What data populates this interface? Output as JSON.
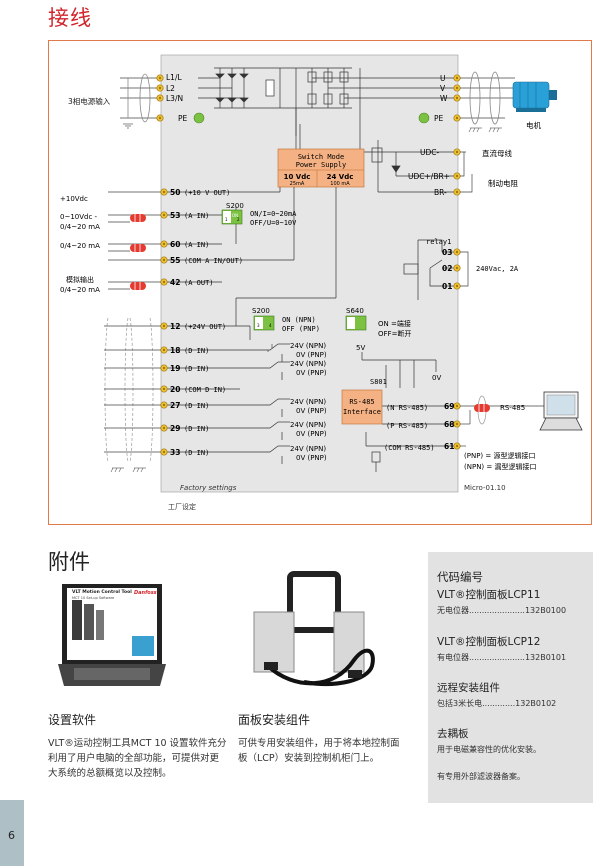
{
  "section_wiring": {
    "title": "接线"
  },
  "diagram": {
    "inputs": {
      "l1": "L1/L",
      "l2": "L2",
      "l3": "L3/N",
      "pe": "PE",
      "label": "3相电源输入"
    },
    "outputs": {
      "u": "U",
      "v": "V",
      "w": "W",
      "pe": "PE",
      "motor": "电机"
    },
    "dc": {
      "udc_minus": "UDC-",
      "udc_plus": "UDC+/BR+",
      "br_minus": "BR-",
      "dc_bus": "直流母线",
      "brake_resistor": "制动电阻"
    },
    "smps": {
      "line1": "Switch Mode",
      "line2": "Power Supply",
      "v10": "10 Vdc",
      "ma10": "25mA",
      "v24": "24 Vdc",
      "ma24": "100 mA"
    },
    "switch_s200_a": {
      "name": "S200",
      "on": "ON",
      "off": "OFF",
      "n1": "1",
      "n2": "2",
      "text_on": "ON/I=0~20mA",
      "text_off": "OFF/U=0~10V"
    },
    "switch_s200_b": {
      "name": "S200",
      "n3": "3",
      "n4": "4",
      "text_on": "ON  (NPN)",
      "text_off": "OFF  (PNP)"
    },
    "switch_s640": {
      "name": "S640",
      "text_on": "ON =端接",
      "text_off": "OFF=断开"
    },
    "terminals": {
      "t50": "50",
      "t50_label": "(+10 V OUT)",
      "t53": "53",
      "t53_label": "(A IN)",
      "t60": "60",
      "t60_label": "(A IN)",
      "t55": "55",
      "t55_label": "(COM A IN/OUT)",
      "t42": "42",
      "t42_label": "(A OUT)",
      "t12": "12",
      "t12_label": "(+24V OUT)",
      "t18": "18",
      "t18_label": "(D IN)",
      "t19": "19",
      "t19_label": "(D IN)",
      "t20": "20",
      "t20_label": "(COM D IN)",
      "t27": "27",
      "t27_label": "(D IN)",
      "t29": "29",
      "t29_label": "(D IN)",
      "t33": "33",
      "t33_label": "(D IN)"
    },
    "ext_labels": {
      "plus10": "+10Vdc",
      "ai53_a": "0~10Vdc -",
      "ai53_b": "0/4~20 mA",
      "ai60": "0/4~20 mA",
      "ao_a": "模拟输出",
      "ao_b": "0/4~20 mA"
    },
    "digital_voltage": {
      "v24": "24V (NPN)",
      "v0": "0V (PNP)"
    },
    "relay": {
      "name": "relay1",
      "t03": "03",
      "t02": "02",
      "t01": "01",
      "rating": "240Vac, 2A"
    },
    "rs485": {
      "box1": "RS-485",
      "box2": "Interface",
      "s801": "S801",
      "v5": "5V",
      "v0": "0V",
      "n": "(N RS-485)",
      "p": "(P RS-485)",
      "com": "(COM RS-485)",
      "t69": "69",
      "t68": "68",
      "t61": "61",
      "ext": "RS-485"
    },
    "legend": {
      "pnp": "(PNP) = 源型逻辑接口",
      "npn": "(NPN) = 漏型逻辑接口"
    },
    "footer": {
      "factory_settings": "Factory settings",
      "model": "Micro-01.10",
      "factory_cn": "工厂设定"
    }
  },
  "section_accessories": {
    "title": "附件"
  },
  "accessories": [
    {
      "title": "设置软件",
      "body": [
        "VLT®运动控制工具MCT 10 设置软件充分",
        "利用了用户电脑的全部功能，可提供对更",
        "大系统的总额概览以及控制。"
      ],
      "screen_title": "VLT Motion Control Tool",
      "screen_sub": "MCT 10 Set-up Software",
      "screen_brand": "Danfoss"
    },
    {
      "title": "面板安装组件",
      "body": [
        "可供专用安装组件，用于将本地控制面",
        "板（LCP）安装到控制机柜门上。"
      ]
    }
  ],
  "order_codes": {
    "title": "代码编号",
    "groups": [
      {
        "title": "VLT®控制面板LCP11",
        "line": "无电位器......................132B0100"
      },
      {
        "title": "VLT®控制面板LCP12",
        "line": "有电位器......................132B0101"
      },
      {
        "title": "远程安装组件",
        "line": "包括3米长电.............132B0102"
      },
      {
        "title": "去耦板",
        "line": "用于电磁兼容性的优化安装。"
      }
    ],
    "note": "有专用外部滤波器备案。"
  },
  "page": {
    "number": "6"
  }
}
